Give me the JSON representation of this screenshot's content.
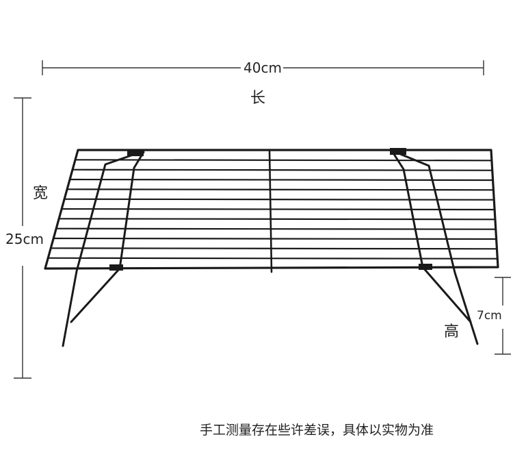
{
  "dimensions": {
    "length": {
      "value": "40cm",
      "label": "长"
    },
    "width": {
      "value": "25cm",
      "label": "宽"
    },
    "height": {
      "value": "7cm",
      "label": "高"
    }
  },
  "note": "手工测量存在些许差误，具体以实物为准",
  "colors": {
    "wire": "#1a1a1a",
    "dimension_line": "#333333",
    "background": "#ffffff"
  }
}
